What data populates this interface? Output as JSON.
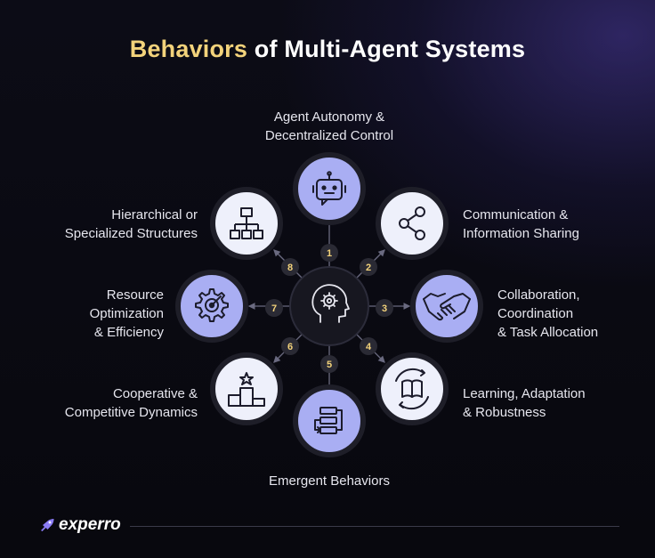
{
  "title": {
    "highlight": "Behaviors",
    "rest": " of Multi-Agent Systems"
  },
  "colors": {
    "highlight": "#f3d37b",
    "node_dark": "#d6d8ee",
    "node_light": "#eef0fb",
    "node_accent": "#a9aef3",
    "number": "#f3d37b"
  },
  "center_icon": "head-gear-icon",
  "nodes": [
    {
      "number": "1",
      "label": "Agent Autonomy &\nDecentralized Control",
      "icon": "robot-chat-icon"
    },
    {
      "number": "2",
      "label": "Communication &\nInformation Sharing",
      "icon": "share-icon"
    },
    {
      "number": "3",
      "label": "Collaboration,\nCoordination\n& Task Allocation",
      "icon": "handshake-icon"
    },
    {
      "number": "4",
      "label": "Learning, Adaptation\n& Robustness",
      "icon": "book-cycle-icon"
    },
    {
      "number": "5",
      "label": "Emergent Behaviors",
      "icon": "flowchart-icon"
    },
    {
      "number": "6",
      "label": "Cooperative &\nCompetitive Dynamics",
      "icon": "podium-icon"
    },
    {
      "number": "7",
      "label": "Resource\nOptimization\n& Efficiency",
      "icon": "gear-target-icon"
    },
    {
      "number": "8",
      "label": "Hierarchical or\nSpecialized Structures",
      "icon": "hierarchy-icon"
    }
  ],
  "footer": {
    "brand": "experro"
  }
}
